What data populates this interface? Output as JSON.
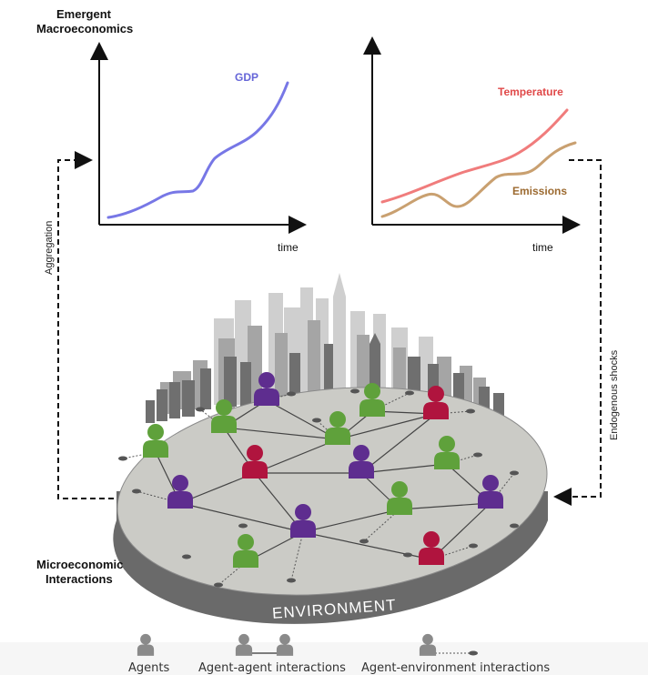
{
  "title_top": [
    "Emergent",
    "Macroeconomics"
  ],
  "title_bottom": [
    "Microeconomic",
    "Interactions"
  ],
  "charts": [
    {
      "type": "line",
      "xlabel": "time",
      "series": [
        {
          "name": "GDP",
          "color": "#6f6fe0"
        }
      ]
    },
    {
      "type": "line",
      "xlabel": "time",
      "series": [
        {
          "name": "Temperature",
          "color": "#ef5b5b"
        },
        {
          "name": "Emissions",
          "color": "#b07a3c"
        }
      ]
    }
  ],
  "arrows": {
    "left_label": "Aggregation",
    "right_label": "Endogenous shocks"
  },
  "platform_label": "ENVIRONMENT",
  "agent_colors": {
    "green": "#5fa13b",
    "purple": "#5e2d8f",
    "red": "#b0143e"
  },
  "legend": {
    "agents": "Agents",
    "agent_agent": "Agent-agent interactions",
    "agent_env": "Agent-environment interactions"
  }
}
